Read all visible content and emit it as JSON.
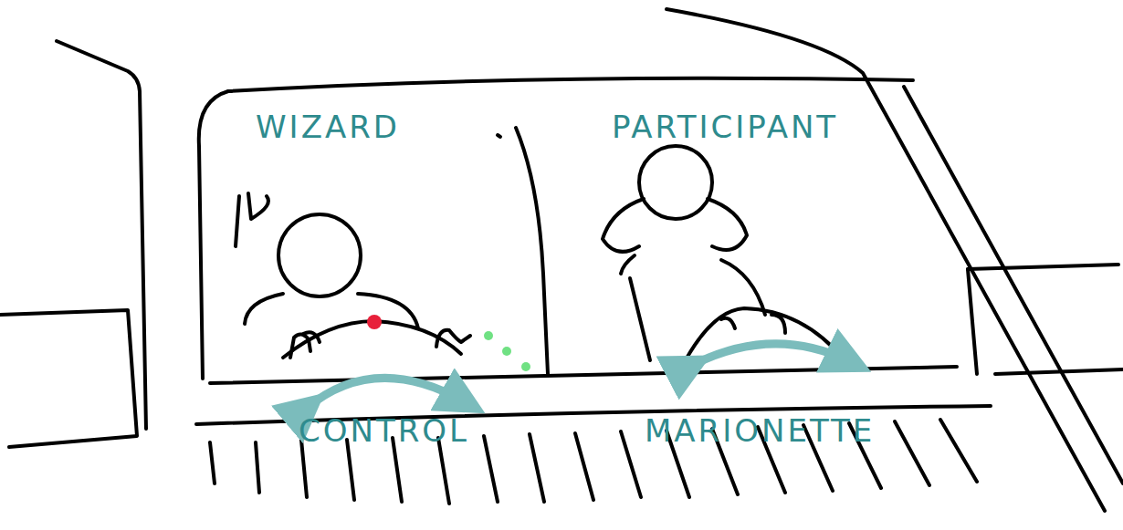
{
  "diagram": {
    "labels": [
      "WIZARD",
      "PARTICIPANT",
      "CONTROL",
      "MARIONETTE"
    ]
  }
}
